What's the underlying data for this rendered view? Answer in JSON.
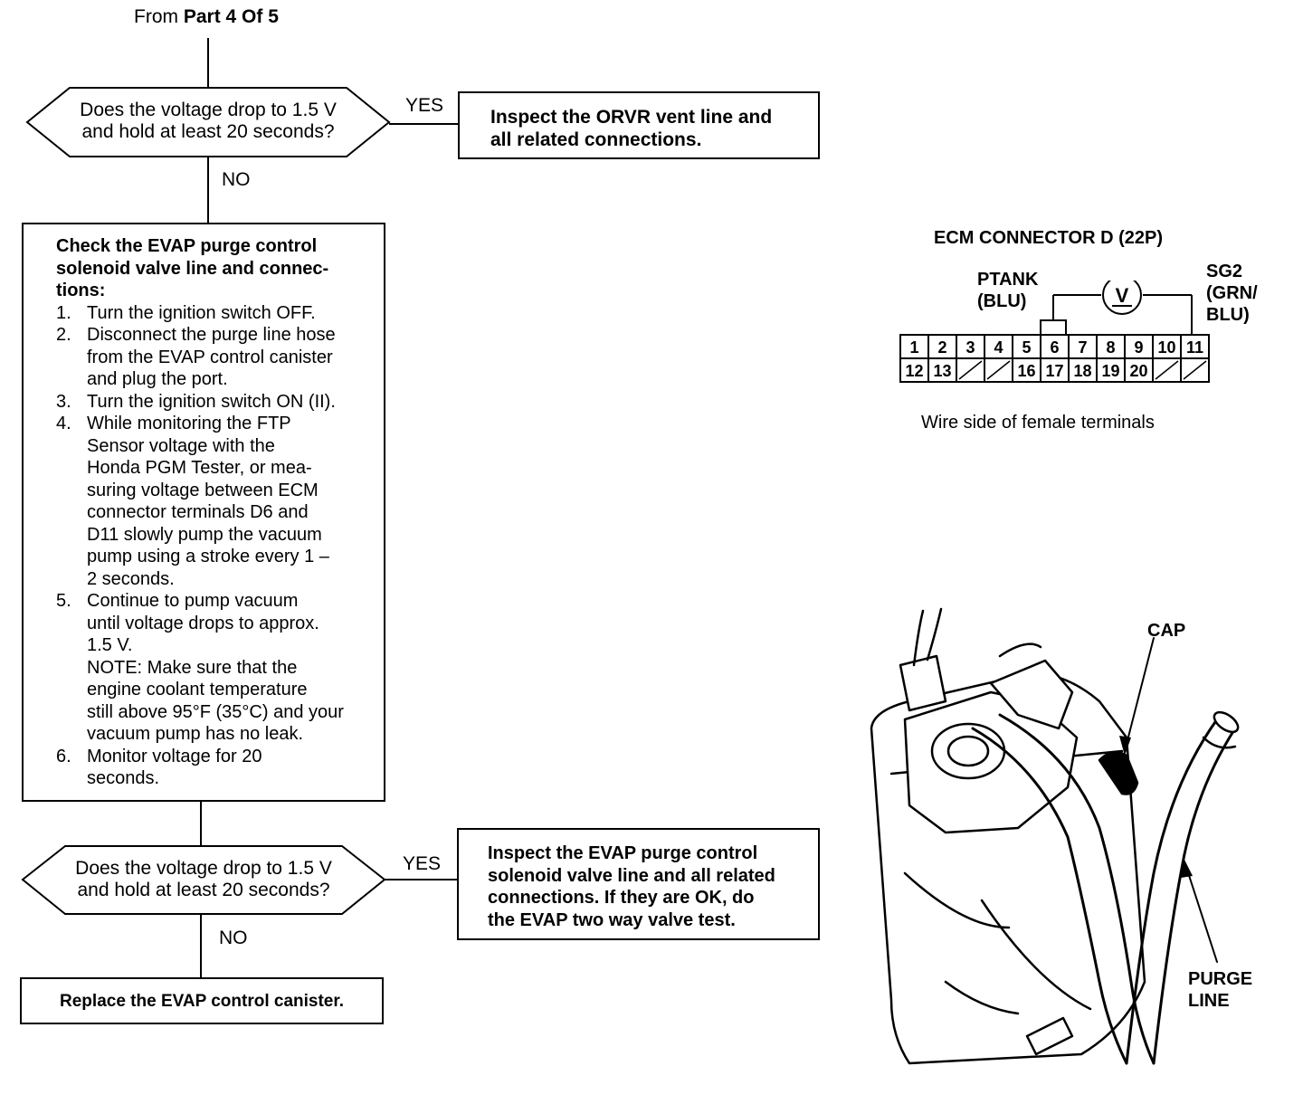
{
  "header": {
    "from_prefix": "From",
    "from_part": "Part 4 Of 5"
  },
  "decision1": {
    "line1": "Does the voltage drop to 1.5 V",
    "line2": "and hold at least 20 seconds?"
  },
  "decision2": {
    "line1": "Does the voltage drop to 1.5 V",
    "line2": "and hold at least 20 seconds?"
  },
  "labels": {
    "yes": "YES",
    "no": "NO"
  },
  "result1": {
    "line1": "Inspect the ORVR vent line and",
    "line2": "all related connections."
  },
  "check_box": {
    "title_lines": [
      "Check the EVAP purge control",
      "solenoid valve line and connec-",
      "tions:"
    ],
    "steps": [
      {
        "num": "1.",
        "lines": [
          "Turn the ignition switch OFF."
        ]
      },
      {
        "num": "2.",
        "lines": [
          "Disconnect the purge line hose",
          "from the EVAP control canister",
          "and plug the port."
        ]
      },
      {
        "num": "3.",
        "lines": [
          "Turn the ignition switch ON (II)."
        ]
      },
      {
        "num": "4.",
        "lines": [
          "While monitoring the FTP",
          "Sensor voltage with the",
          "Honda PGM Tester, or mea-",
          "suring voltage between ECM",
          "connector terminals D6 and",
          "D11 slowly pump the vacuum",
          "pump using a stroke every 1 –",
          "2 seconds."
        ]
      },
      {
        "num": "5.",
        "lines": [
          "Continue to pump vacuum",
          "until voltage drops to approx.",
          "1.5 V.",
          "NOTE: Make sure that the",
          "engine coolant temperature",
          "still above 95°F (35°C) and your",
          "vacuum pump has no leak."
        ]
      },
      {
        "num": "6.",
        "lines": [
          "Monitor voltage for 20",
          "seconds."
        ]
      }
    ]
  },
  "result2": {
    "lines": [
      "Inspect the EVAP purge control",
      "solenoid valve line and all related",
      "connections. If they are OK, do",
      "the EVAP two way valve test."
    ]
  },
  "final": {
    "text": "Replace the EVAP control canister."
  },
  "connector": {
    "title": "ECM CONNECTOR D (22P)",
    "ptank": "PTANK",
    "ptank_color": "(BLU)",
    "sg2": "SG2",
    "sg2_color1": "(GRN/",
    "sg2_color2": "BLU)",
    "meter": "V",
    "row1": [
      "1",
      "2",
      "3",
      "4",
      "5",
      "6",
      "7",
      "8",
      "9",
      "10",
      "11"
    ],
    "row2": [
      "12",
      "13",
      "",
      "",
      "16",
      "17",
      "18",
      "19",
      "20",
      "",
      ""
    ],
    "caption": "Wire side of female terminals"
  },
  "canister": {
    "cap": "CAP",
    "purge1": "PURGE",
    "purge2": "LINE"
  }
}
